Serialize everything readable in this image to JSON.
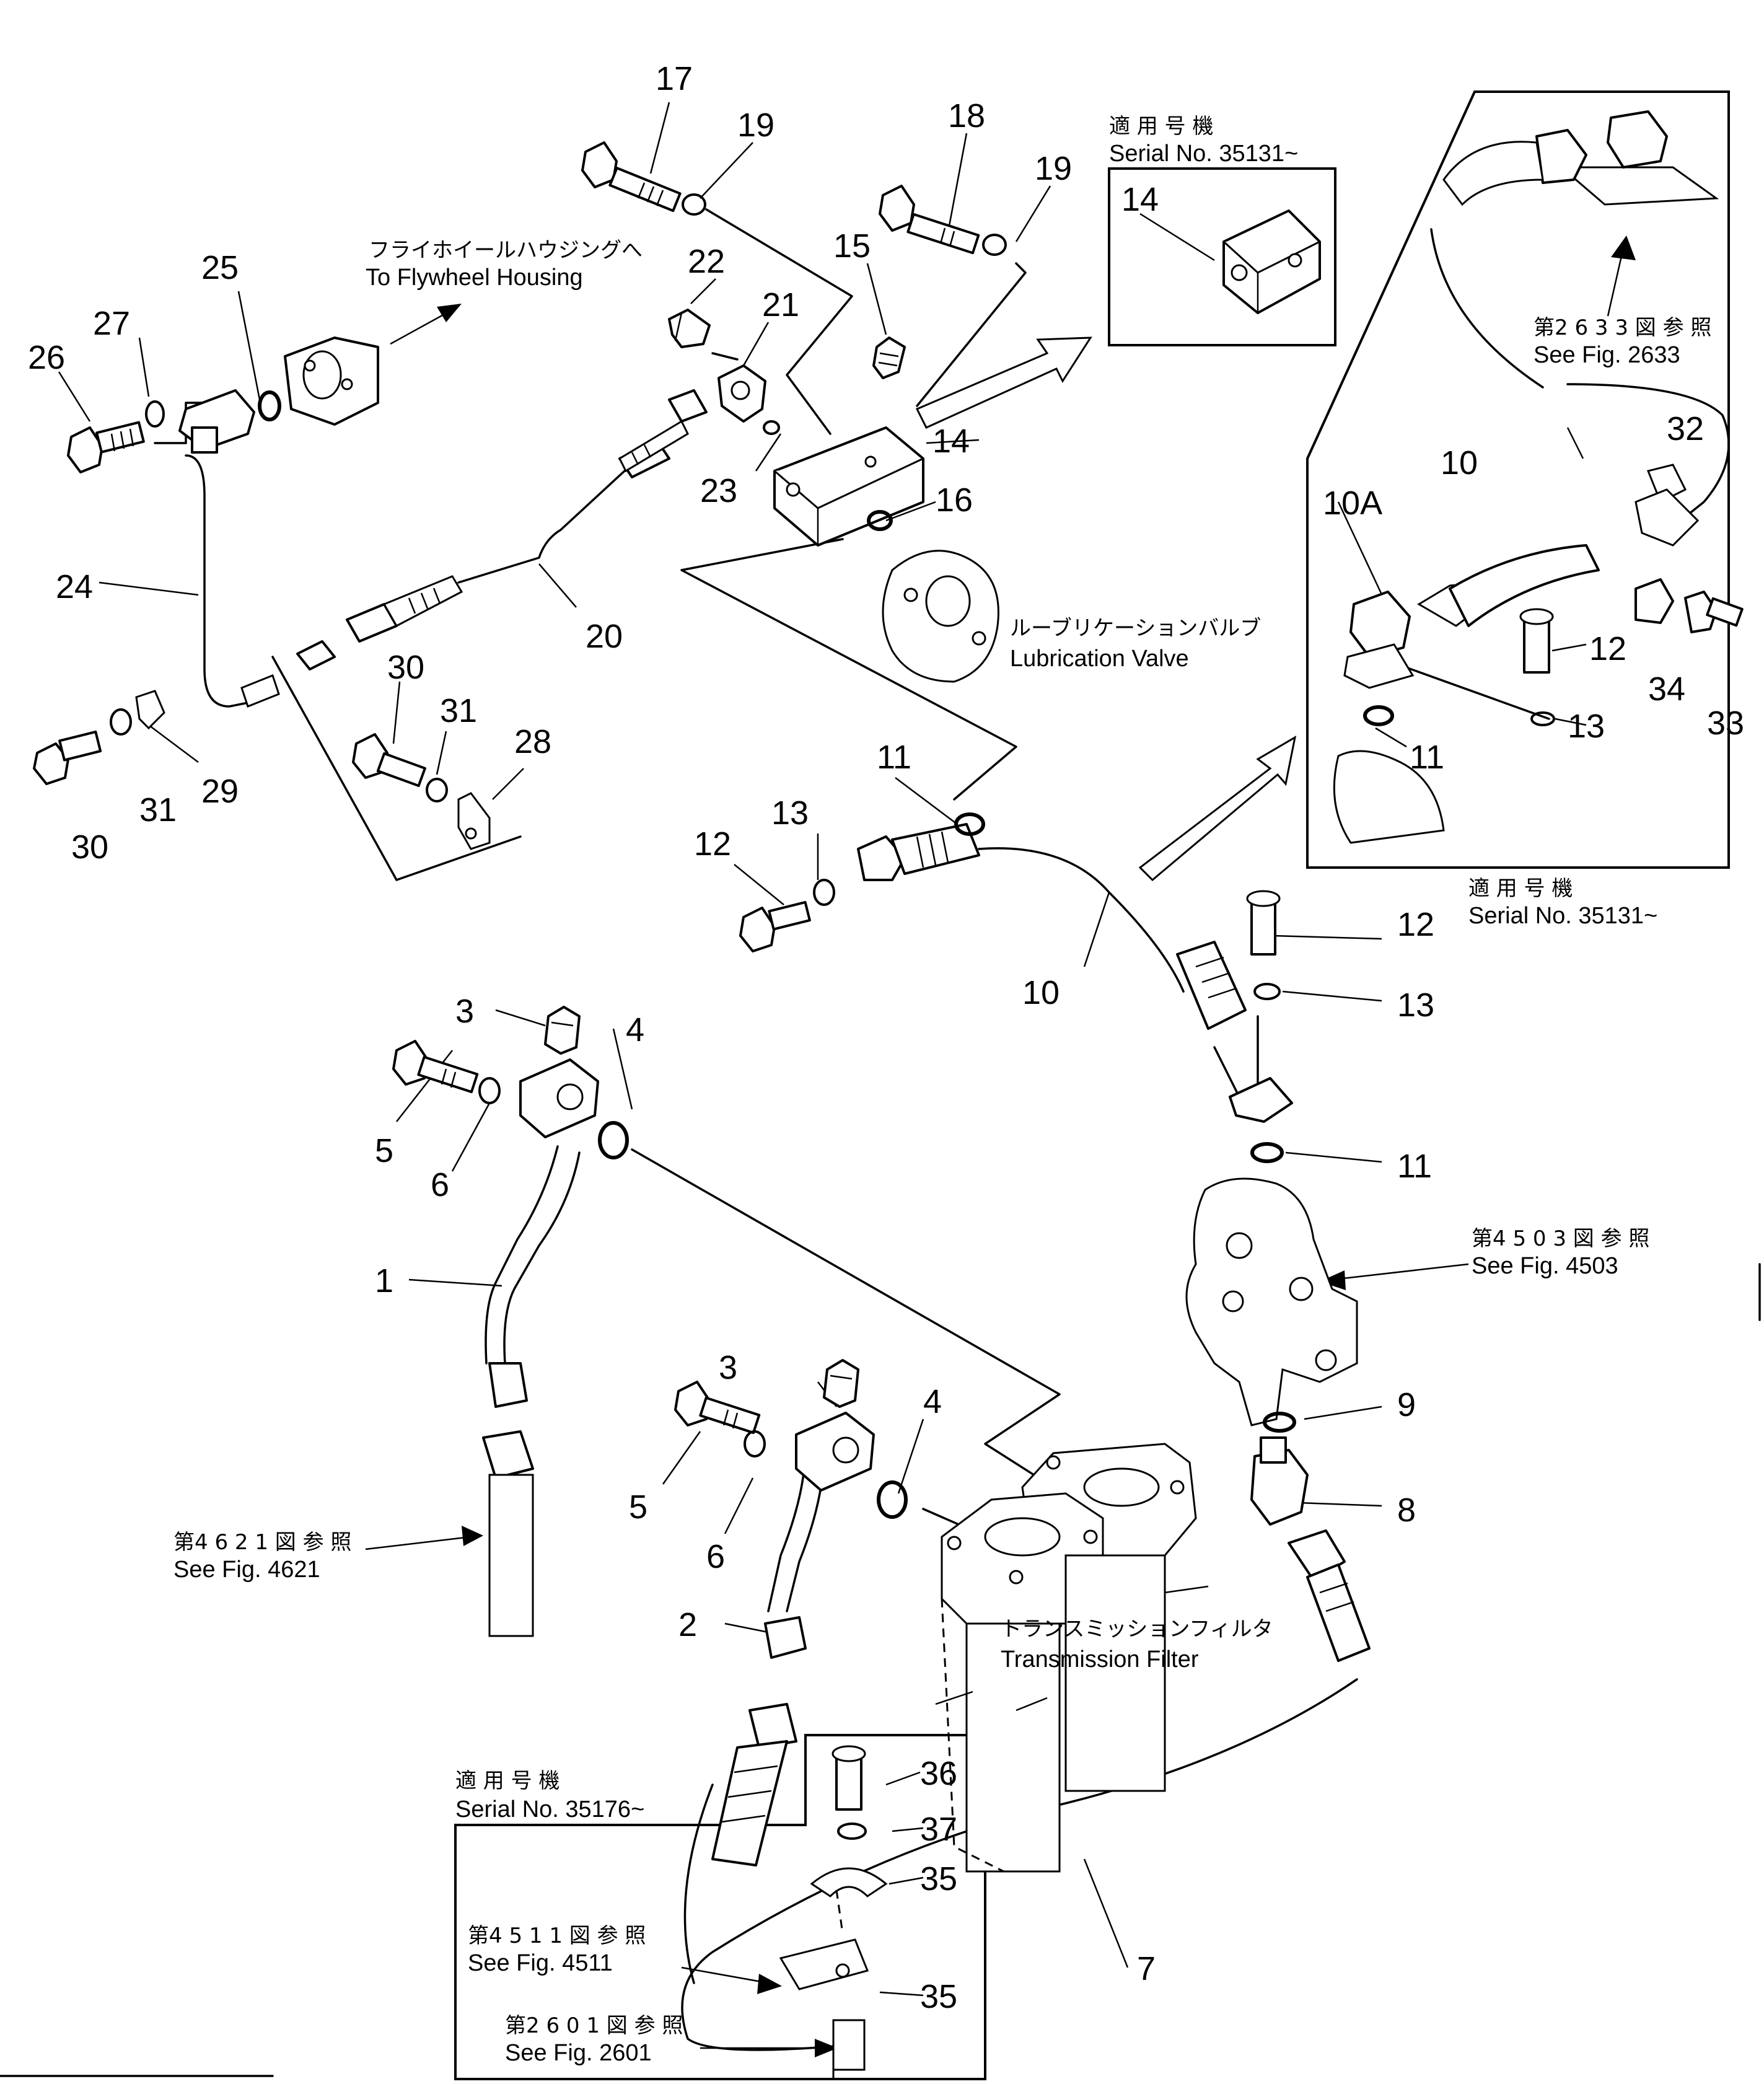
{
  "callouts": {
    "c1": "1",
    "c2": "2",
    "c3a": "3",
    "c3b": "3",
    "c4a": "4",
    "c4b": "4",
    "c5a": "5",
    "c5b": "5",
    "c6a": "6",
    "c6b": "6",
    "c7": "7",
    "c8": "8",
    "c9": "9",
    "c10a": "10",
    "c10b": "10",
    "c10c": "10A",
    "c11a": "11",
    "c11b": "11",
    "c11c": "11",
    "c12a": "12",
    "c12b": "12",
    "c12c": "12",
    "c13a": "13",
    "c13b": "13",
    "c13c": "13",
    "c14a": "14",
    "c14b": "14",
    "c15": "15",
    "c16": "16",
    "c17": "17",
    "c18": "18",
    "c19a": "19",
    "c19b": "19",
    "c20": "20",
    "c21": "21",
    "c22": "22",
    "c23": "23",
    "c24": "24",
    "c25": "25",
    "c26": "26",
    "c27": "27",
    "c28": "28",
    "c29": "29",
    "c30a": "30",
    "c30b": "30",
    "c31a": "31",
    "c31b": "31",
    "c32": "32",
    "c33": "33",
    "c34": "34",
    "c35a": "35",
    "c35b": "35",
    "c36": "36",
    "c37": "37"
  },
  "notes": {
    "flywheel_jp": "フライホイールハウジングへ",
    "flywheel_en": "To  Flywheel  Housing",
    "lube_jp": "ルーブリケーションバルブ",
    "lube_en": "Lubrication  Valve",
    "filter_jp": "トランスミッションフィルタ",
    "filter_en": "Transmission  Filter",
    "serial_top_jp": "適 用 号 機",
    "serial_top_en": "Serial  No.  35131~",
    "serial_right_jp": "適 用 号 機",
    "serial_right_en": "Serial  No.  35131~",
    "serial_bottom_jp": "適 用 号 機",
    "serial_bottom_en": "Serial  No.  35176~",
    "fig2633_jp": "第2 6 3 3 図 参 照",
    "fig2633_en": "See  Fig.  2633",
    "fig4503_jp": "第4 5 0 3 図 参 照",
    "fig4503_en": "See  Fig.  4503",
    "fig4621_jp": "第4 6 2 1 図 参 照",
    "fig4621_en": "See  Fig.  4621",
    "fig4511_jp": "第4 5 1 1 図 参 照",
    "fig4511_en": "See  Fig.  4511",
    "fig2601_jp": "第2 6 0 1 図 参 照",
    "fig2601_en": "See  Fig.  2601"
  }
}
